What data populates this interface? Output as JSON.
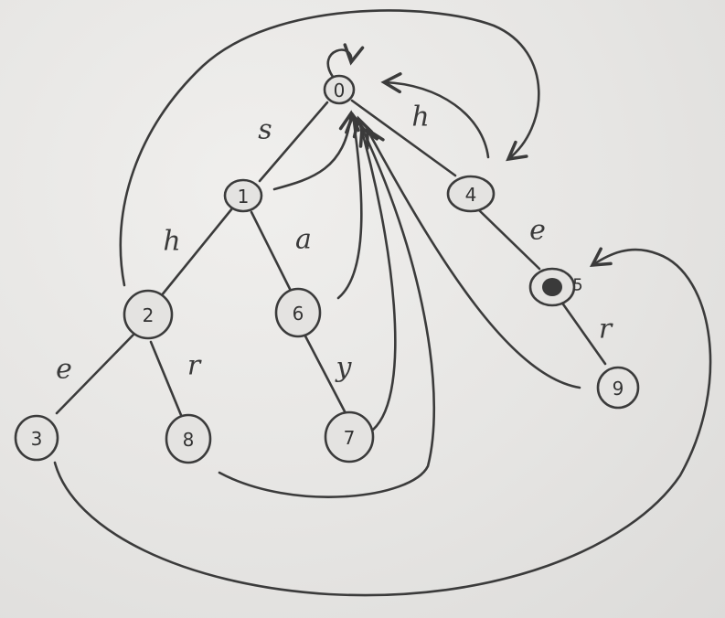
{
  "nodes": [
    {
      "id": "n0",
      "label": "0"
    },
    {
      "id": "n1",
      "label": "1"
    },
    {
      "id": "n2",
      "label": "2"
    },
    {
      "id": "n3",
      "label": "3"
    },
    {
      "id": "n4",
      "label": "4"
    },
    {
      "id": "n5",
      "label": "5"
    },
    {
      "id": "n6",
      "label": "6"
    },
    {
      "id": "n7",
      "label": "7"
    },
    {
      "id": "n8",
      "label": "8"
    },
    {
      "id": "n9",
      "label": "9"
    }
  ],
  "edges": [
    {
      "from": "n0",
      "to": "n1",
      "label": "s"
    },
    {
      "from": "n0",
      "to": "n4",
      "label": "h"
    },
    {
      "from": "n1",
      "to": "n2",
      "label": "h"
    },
    {
      "from": "n1",
      "to": "n6",
      "label": "a"
    },
    {
      "from": "n2",
      "to": "n3",
      "label": "e"
    },
    {
      "from": "n2",
      "to": "n8",
      "label": "r"
    },
    {
      "from": "n6",
      "to": "n7",
      "label": "y"
    },
    {
      "from": "n4",
      "to": "n5",
      "label": "e"
    },
    {
      "from": "n5",
      "to": "n9",
      "label": "r"
    }
  ],
  "colors": {
    "ink": "#3b3b3b",
    "paper": "#e9e8e6"
  }
}
